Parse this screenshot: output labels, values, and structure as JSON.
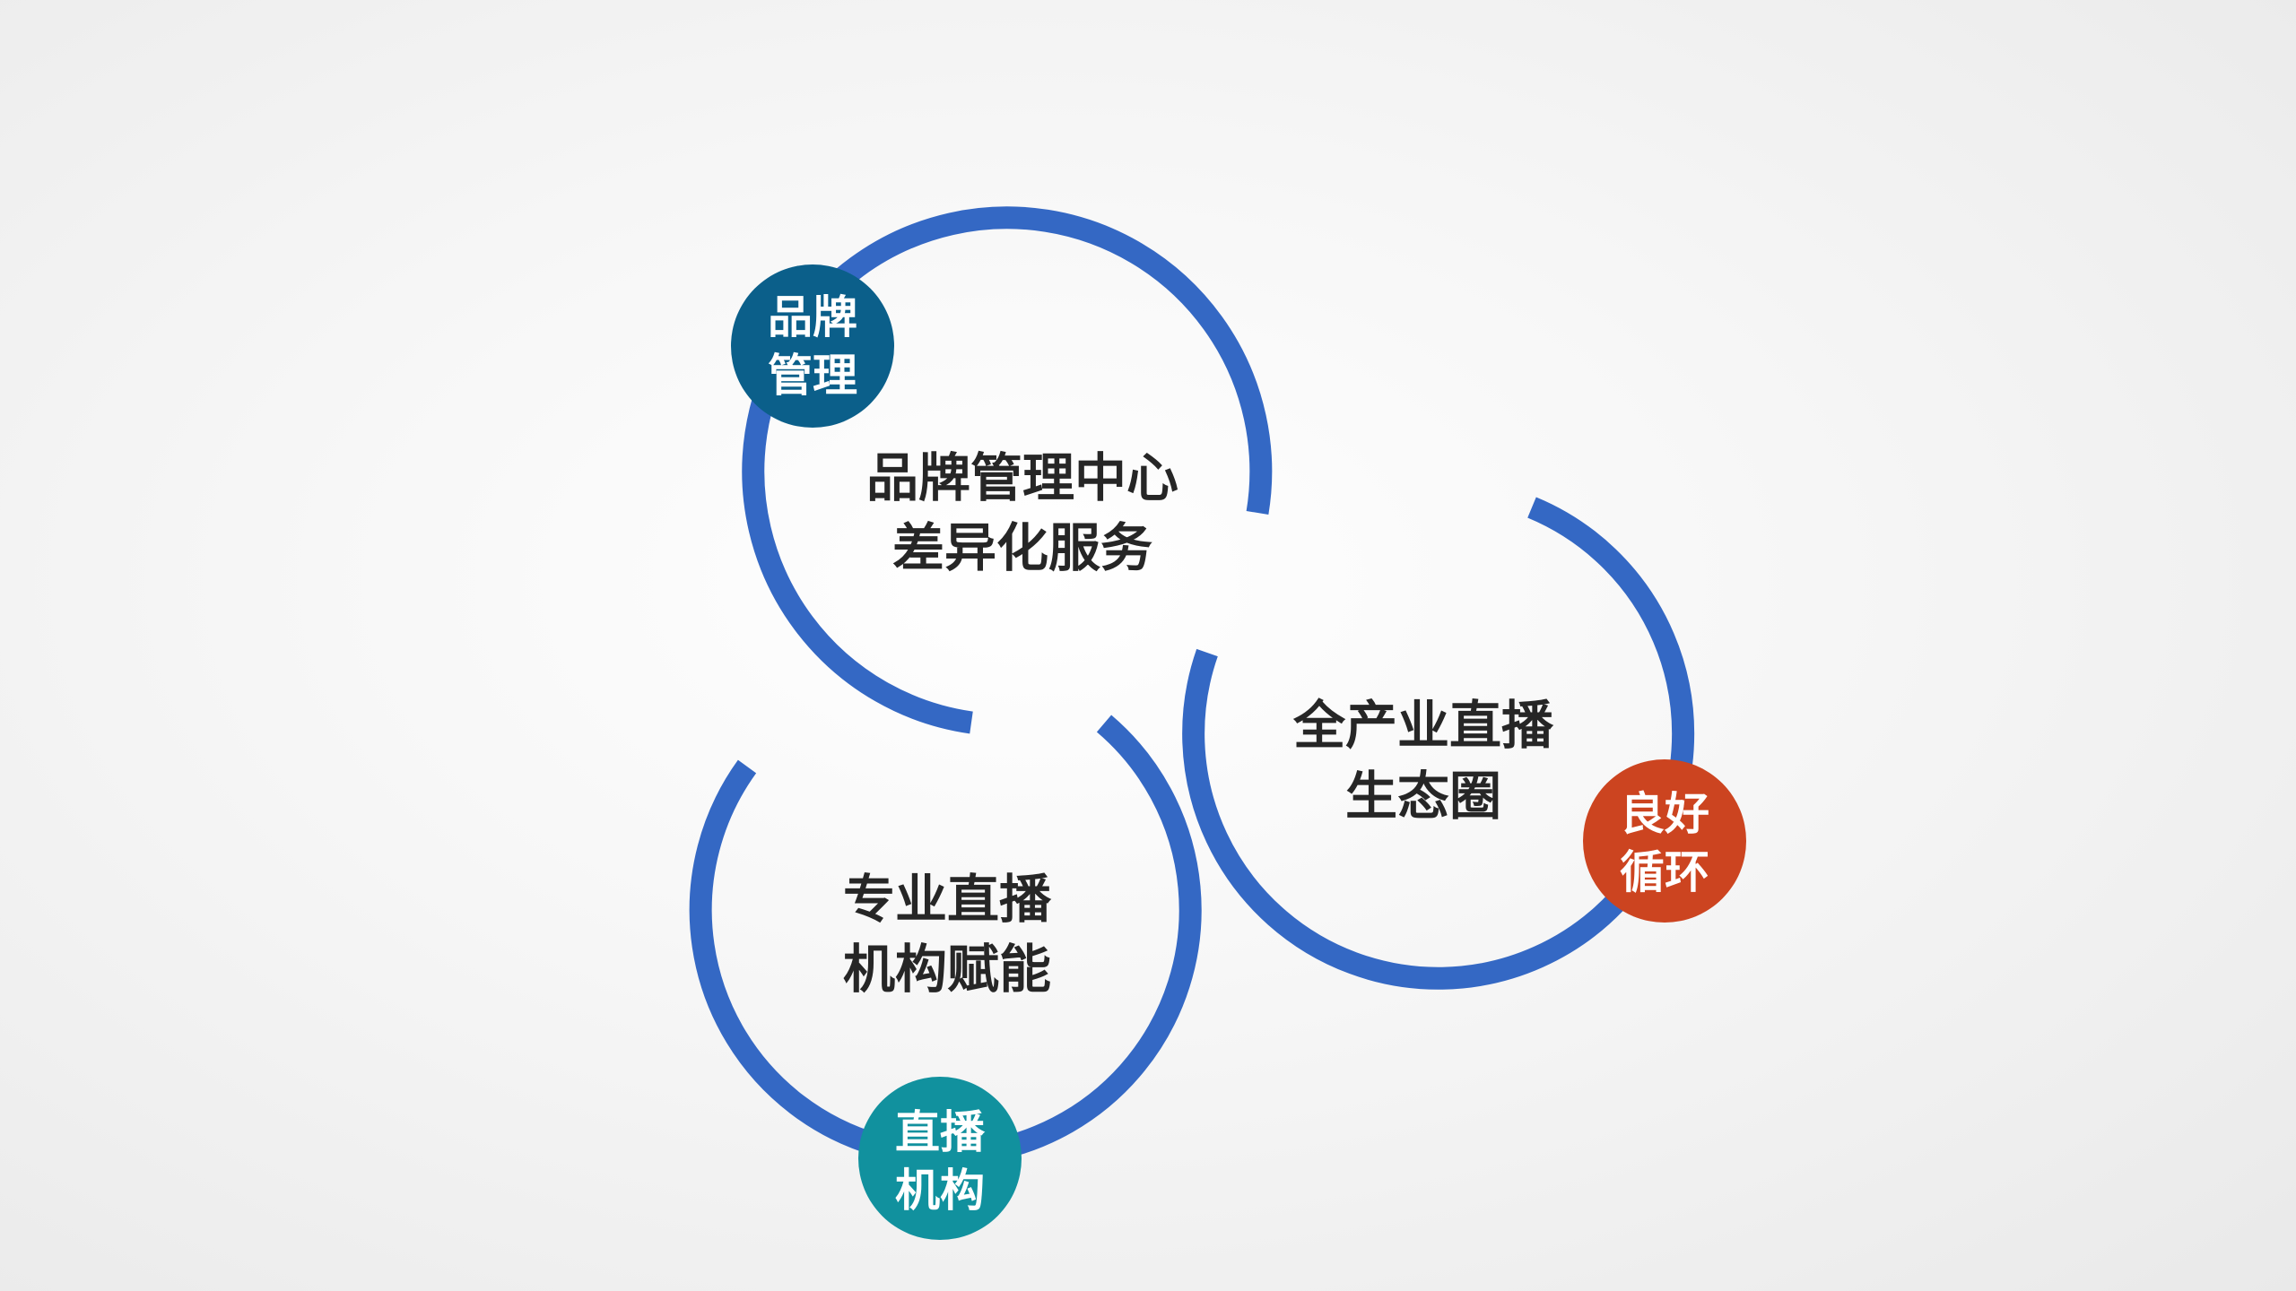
{
  "colors": {
    "ring": "#3468c4",
    "badge_brand": "#0b5f8a",
    "badge_cycle": "#cc4420",
    "badge_live": "#11919e"
  },
  "rings": [
    {
      "id": "brand",
      "center_lines": [
        "品牌管理中心",
        "差异化服务"
      ],
      "badge_lines": [
        "品牌",
        "管理"
      ]
    },
    {
      "id": "ecosystem",
      "center_lines": [
        "全产业直播",
        "生态圈"
      ],
      "badge_lines": [
        "良好",
        "循环"
      ]
    },
    {
      "id": "agency",
      "center_lines": [
        "专业直播",
        "机构赋能"
      ],
      "badge_lines": [
        "直播",
        "机构"
      ]
    }
  ]
}
